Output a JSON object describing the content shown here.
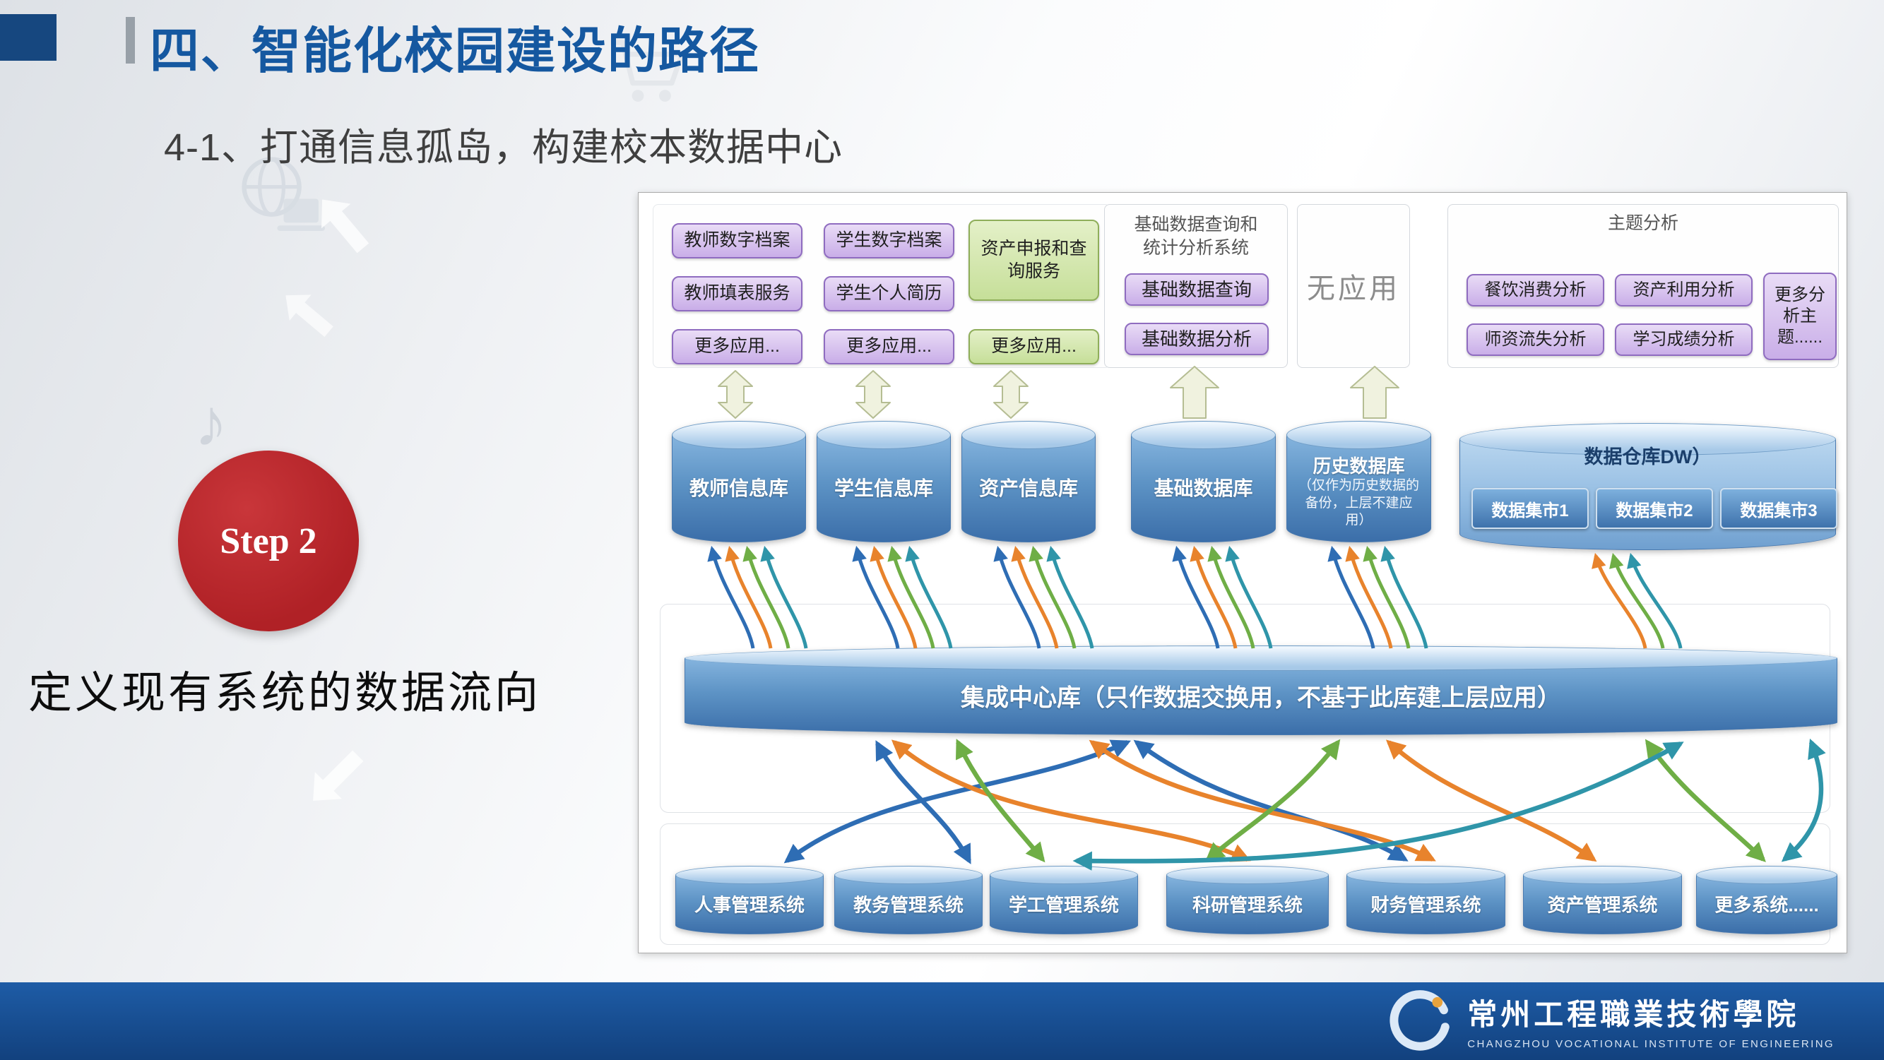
{
  "colors": {
    "c-blue": "#2e6db4",
    "c-orange": "#e8832c",
    "c-green": "#6fae46",
    "c-teal": "#2f95a9",
    "brand-blue": "#1558a0",
    "step-red": "#b02126"
  },
  "header": {
    "title": "四、智能化校园建设的路径",
    "subtitle": "4-1、打通信息孤岛，构建校本数据中心"
  },
  "step": {
    "badge": "Step 2",
    "caption": "定义现有系统的数据流向"
  },
  "diagram": {
    "apps": {
      "col1": [
        "教师数字档案",
        "教师填表服务",
        "更多应用..."
      ],
      "col2": [
        "学生数字档案",
        "学生个人简历",
        "更多应用..."
      ],
      "col3": [
        "资产申报和查询服务",
        "更多应用..."
      ],
      "query_group": {
        "header": "基础数据查询和统计分析系统",
        "items": [
          "基础数据查询",
          "基础数据分析"
        ]
      },
      "no_app": "无应用",
      "theme_group": {
        "header": "主题分析",
        "items": [
          "餐饮消费分析",
          "资产利用分析",
          "师资流失分析",
          "学习成绩分析"
        ],
        "more": "更多分析主题......"
      }
    },
    "databases": {
      "teacher": "教师信息库",
      "student": "学生信息库",
      "asset": "资产信息库",
      "basic": "基础数据库",
      "history_title": "历史数据库",
      "history_note": "（仅作为历史数据的备份，上层不建应用）",
      "warehouse_title": "数据仓库DW）",
      "marts": [
        "数据集市1",
        "数据集市2",
        "数据集市3"
      ]
    },
    "integration_label": "集成中心库（只作数据交换用，不基于此库建上层应用）",
    "systems": [
      "人事管理系统",
      "教务管理系统",
      "学工管理系统",
      "科研管理系统",
      "财务管理系统",
      "资产管理系统",
      "更多系统......"
    ]
  },
  "footer": {
    "school_name": "常州工程職業技術學院",
    "school_name_en": "CHANGZHOU VOCATIONAL INSTITUTE OF ENGINEERING"
  }
}
